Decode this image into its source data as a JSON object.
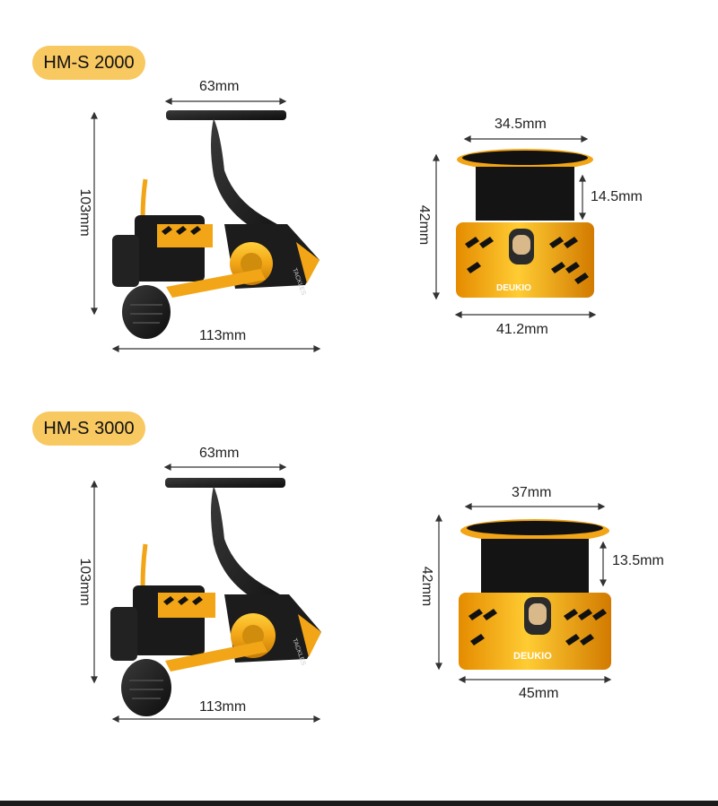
{
  "models": [
    {
      "name": "HM-S 2000",
      "reel": {
        "handle_width": "63mm",
        "height": "103mm",
        "length": "113mm",
        "brand": "TACKLES"
      },
      "spool": {
        "top_diameter": "34.5mm",
        "line_depth": "14.5mm",
        "height": "42mm",
        "bottom_diameter": "41.2mm",
        "brand": "DEUKIO"
      }
    },
    {
      "name": "HM-S 3000",
      "reel": {
        "handle_width": "63mm",
        "height": "103mm",
        "length": "113mm",
        "brand": "TACKLES"
      },
      "spool": {
        "top_diameter": "37mm",
        "line_depth": "13.5mm",
        "height": "42mm",
        "bottom_diameter": "45mm",
        "brand": "DEUKIO"
      }
    }
  ],
  "colors": {
    "badge": "#f8c861",
    "gold": "#f2a516",
    "black": "#161616",
    "dim_line": "#333333"
  }
}
